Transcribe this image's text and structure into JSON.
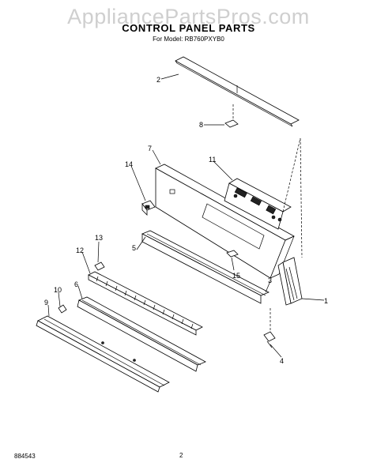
{
  "watermark": "AppliancePartsPros.com",
  "title": "CONTROL PANEL PARTS",
  "model_line": "For Model: RB760PXYB0",
  "footer_code": "884543",
  "page_number": "2",
  "callouts": {
    "c1": "1",
    "c2": "2",
    "c3": "3",
    "c4": "4",
    "c5": "5",
    "c6": "6",
    "c7": "7",
    "c8": "8",
    "c9": "9",
    "c10": "10",
    "c11": "11",
    "c12": "12",
    "c13": "13",
    "c14": "14",
    "c15": "15"
  }
}
